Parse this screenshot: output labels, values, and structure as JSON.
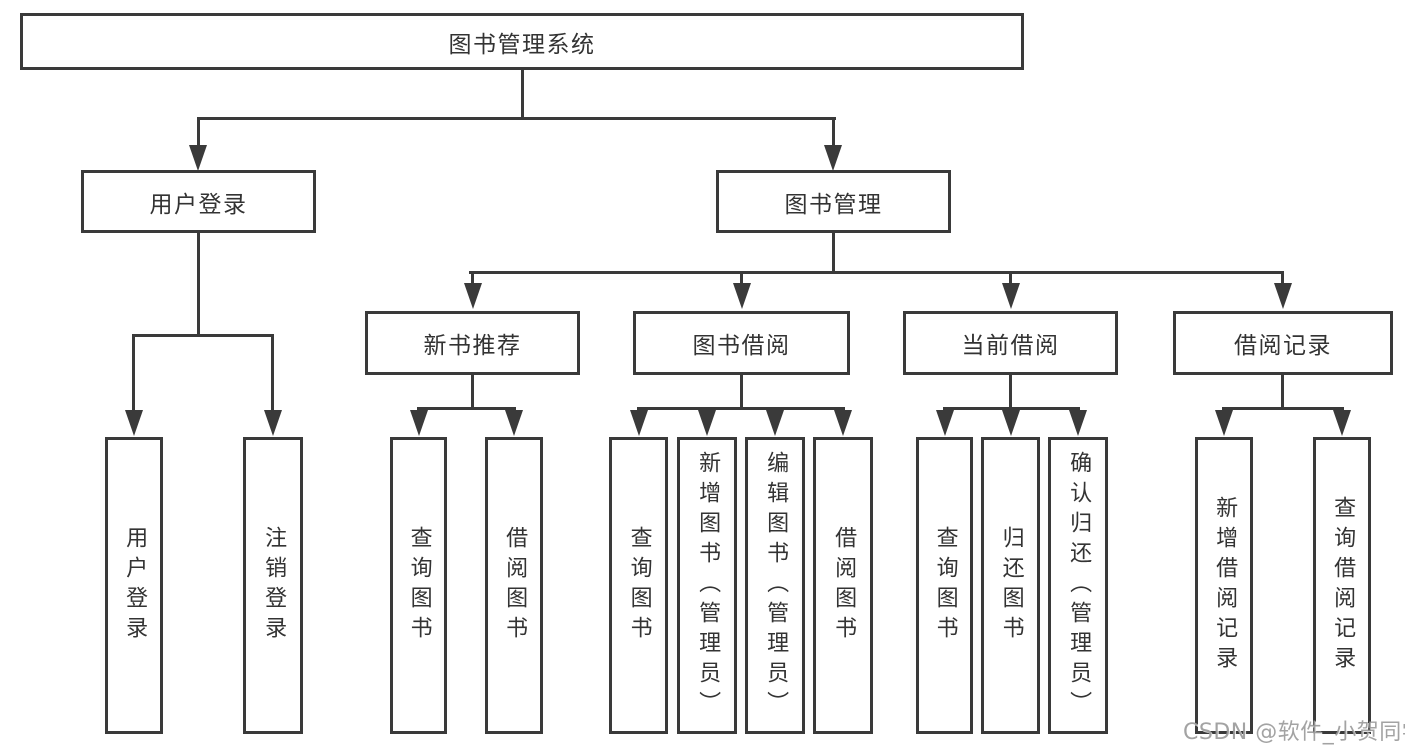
{
  "watermark": "CSDN @软件_小贺同学",
  "colors": {
    "line": "#3a3a3a",
    "text": "#333333",
    "background": "#ffffff",
    "watermark": "#969696"
  },
  "tree": {
    "label": "图书管理系统",
    "children": [
      {
        "label": "用户登录",
        "children": [
          {
            "label": "用户登录"
          },
          {
            "label": "注销登录"
          }
        ]
      },
      {
        "label": "图书管理",
        "children": [
          {
            "label": "新书推荐",
            "children": [
              {
                "label": "查询图书"
              },
              {
                "label": "借阅图书"
              }
            ]
          },
          {
            "label": "图书借阅",
            "children": [
              {
                "label": "查询图书"
              },
              {
                "label": "新增图书（管理员）"
              },
              {
                "label": "编辑图书（管理员）"
              },
              {
                "label": "借阅图书"
              }
            ]
          },
          {
            "label": "当前借阅",
            "children": [
              {
                "label": "查询图书"
              },
              {
                "label": "归还图书"
              },
              {
                "label": "确认归还（管理员）"
              }
            ]
          },
          {
            "label": "借阅记录",
            "children": [
              {
                "label": "新增借阅记录"
              },
              {
                "label": "查询借阅记录"
              }
            ]
          }
        ]
      }
    ]
  }
}
